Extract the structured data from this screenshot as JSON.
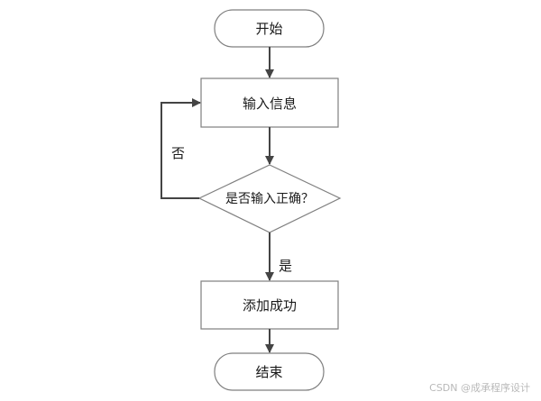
{
  "nodes": {
    "start": "开始",
    "input_info": "输入信息",
    "check": "是否输入正确？",
    "success": "添加成功",
    "end": "结束"
  },
  "edges": {
    "yes": "是",
    "no": "否"
  },
  "watermark": "CSDN @成承程序设计"
}
